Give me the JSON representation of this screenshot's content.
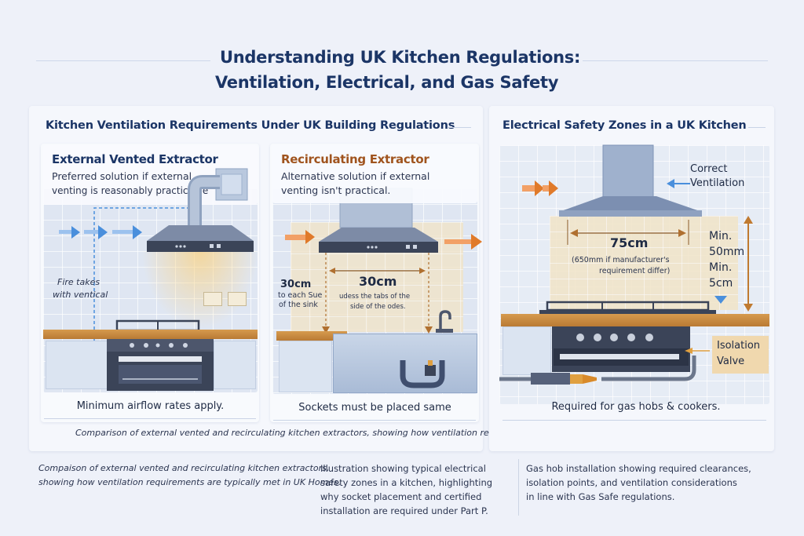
{
  "header": {
    "title_line1": "Understanding UK Kitchen Regulations:",
    "title_line2": "Ventilation, Electrical, and Gas Safety"
  },
  "ventilation_section": {
    "title": "Kitchen Ventilation Requirements Under UK Building Regulations",
    "external_card": {
      "title": "External Vented Extractor",
      "subtitle_line1": "Preferred solution if external",
      "subtitle_line2": "venting is reasonably practicable",
      "note_line1": "Fire takes",
      "note_line2": "with ventical",
      "caption": "Minimum airflow rates apply."
    },
    "recirculating_card": {
      "title": "Recirculating Extractor",
      "subtitle_line1": "Alternative solution if external",
      "subtitle_line2": "venting isn't practical.",
      "left_dim_value": "30cm",
      "left_dim_note_line1": "to each Sue",
      "left_dim_note_line2": "of the sink",
      "center_dim_value": "30cm",
      "center_dim_note_line1": "udess the tabs of the",
      "center_dim_note_line2": "side of the odes.",
      "caption": "Sockets must be placed same"
    },
    "footer_caption": "Comparison of external vented and recirculating kitchen extractors, showing how ventilation requirements are typically met in UK homes."
  },
  "electrical_section": {
    "title": "Electrical Safety Zones in a UK Kitchen",
    "ventilation_label_line1": "Correct",
    "ventilation_label_line2": "Ventilation",
    "width_dim_value": "75cm",
    "width_dim_note_line1": "(650mm if manufacturer's",
    "width_dim_note_line2": "requirement differ)",
    "height_label_1": "Min.",
    "height_value_1": "50mm",
    "height_label_2": "Min.",
    "height_value_2": "5cm",
    "isolation_label_line1": "Isolation",
    "isolation_label_line2": "Valve",
    "caption": "Required for gas hobs & cookers."
  },
  "bottom_captions": {
    "col1_line1": "Compaison of external vented and recirculating kitchen extractors,",
    "col1_line2": "showing how ventilation requirements are typically met in UK Homes.",
    "col2_line1": "Illustration showing typical electrical",
    "col2_line2": "safety zones in a kitchen, highlighting",
    "col2_line3": "why socket placement and certified",
    "col2_line4": "installation are required under Part P.",
    "col3_line1": "Gas hob installation showing required clearances,",
    "col3_line2": "isolation points, and ventilation considerations",
    "col3_line3": "in line with Gas Safe regulations."
  },
  "colors": {
    "title_navy": "#1b3566",
    "accent_orange": "#e07a2a",
    "accent_blue": "#4a8fdc",
    "counter_wood": "#c98a3e",
    "appliance_dark": "#3b4458"
  }
}
